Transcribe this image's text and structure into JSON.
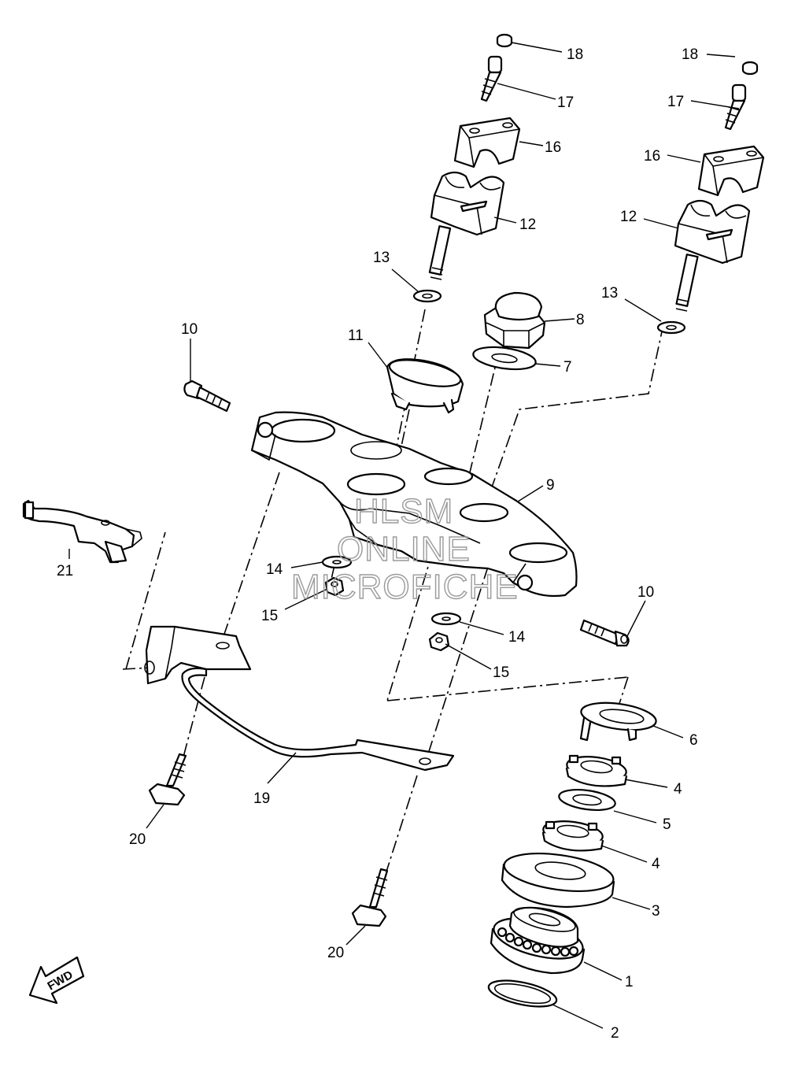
{
  "watermark": {
    "line1": "HLSM",
    "line2": "ONLINE",
    "line3": "MICROFICHE"
  },
  "fwd_label": "FWD",
  "callouts": {
    "c1": "1",
    "c2": "2",
    "c3": "3",
    "c4a": "4",
    "c4b": "4",
    "c5": "5",
    "c6": "6",
    "c7": "7",
    "c8": "8",
    "c9": "9",
    "c10a": "10",
    "c10b": "10",
    "c11": "11",
    "c12a": "12",
    "c12b": "12",
    "c13a": "13",
    "c13b": "13",
    "c14a": "14",
    "c14b": "14",
    "c15a": "15",
    "c15b": "15",
    "c16a": "16",
    "c16b": "16",
    "c17a": "17",
    "c17b": "17",
    "c18a": "18",
    "c18b": "18",
    "c19": "19",
    "c20a": "20",
    "c20b": "20",
    "c21": "21"
  }
}
